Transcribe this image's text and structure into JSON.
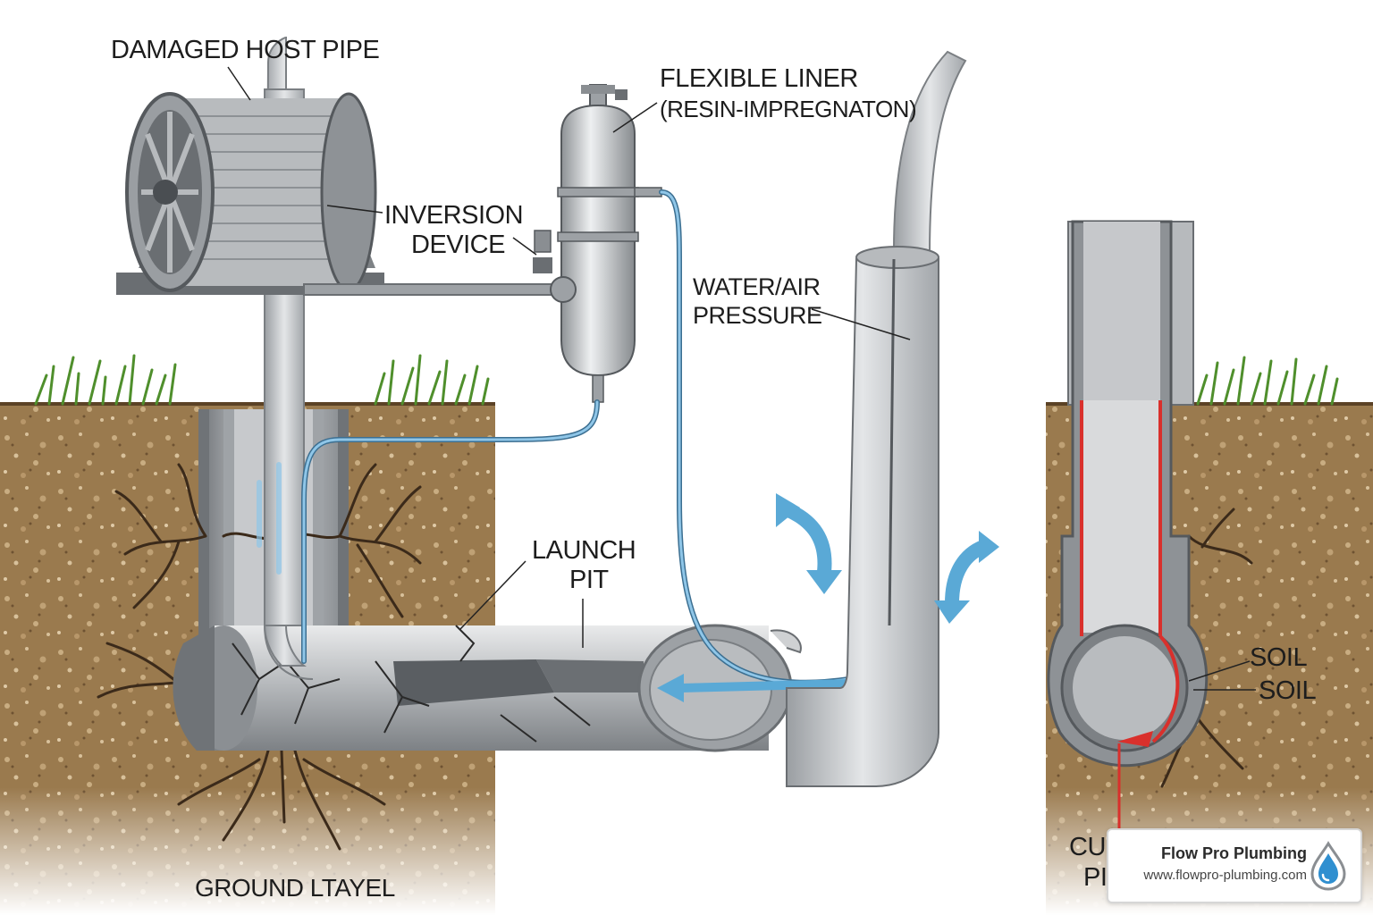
{
  "labels": {
    "damaged_host_pipe": "DAMAGED HOST PIPE",
    "flexible_liner_line1": "FLEXIBLE LINER",
    "flexible_liner_line2": "(RESIN-IMPREGNATON)",
    "inversion_device_line1": "INVERSION",
    "inversion_device_line2": "DEVICE",
    "water_air_line1": "WATER/AIR",
    "water_air_line2": "PRESSURE",
    "launch_pit_line1": "LAUNCH",
    "launch_pit_line2": "PIT",
    "soil_1": "SOIL",
    "soil_2": "SOIL",
    "ground_level": "GROUND LTAYEL",
    "cured_pipe_partial_1": "CUI",
    "cured_pipe_partial_2": "PI"
  },
  "brand": {
    "name": "Flow Pro Plumbing",
    "url": "www.flowpro-plumbing.com",
    "icon": "water-drop-icon"
  },
  "colors": {
    "soil": "#8a6a43",
    "pipe": "#a9acaf",
    "water_arrow": "#5aa9d6",
    "resin_red": "#d9302c",
    "grass": "#4f8f2c",
    "roots": "#3b2a1a"
  }
}
